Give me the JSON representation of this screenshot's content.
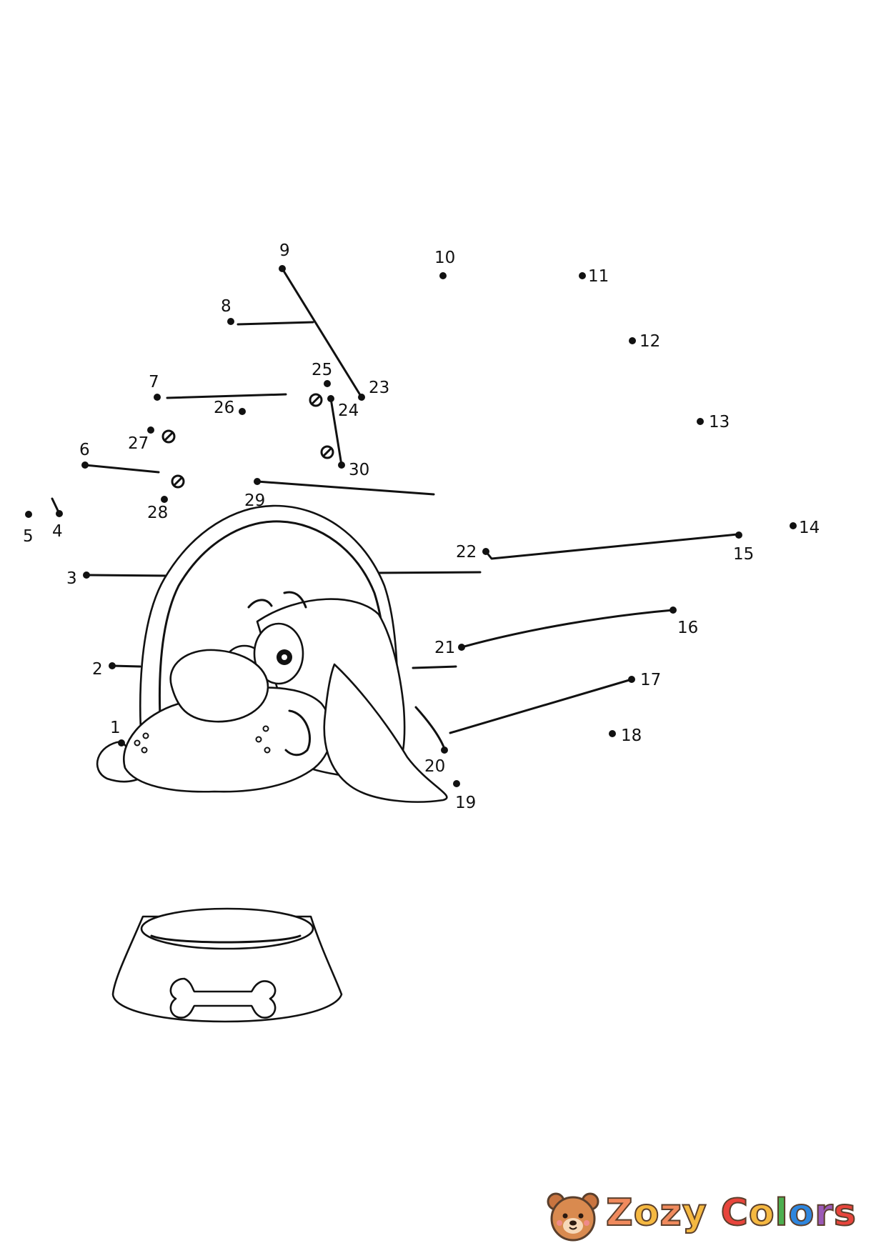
{
  "puzzle": {
    "dots": [
      {
        "n": 1,
        "label": "1"
      },
      {
        "n": 2,
        "label": "2"
      },
      {
        "n": 3,
        "label": "3"
      },
      {
        "n": 4,
        "label": "4"
      },
      {
        "n": 5,
        "label": "5"
      },
      {
        "n": 6,
        "label": "6"
      },
      {
        "n": 7,
        "label": "7"
      },
      {
        "n": 8,
        "label": "8"
      },
      {
        "n": 9,
        "label": "9"
      },
      {
        "n": 10,
        "label": "10"
      },
      {
        "n": 11,
        "label": "11"
      },
      {
        "n": 12,
        "label": "12"
      },
      {
        "n": 13,
        "label": "13"
      },
      {
        "n": 14,
        "label": "14"
      },
      {
        "n": 15,
        "label": "15"
      },
      {
        "n": 16,
        "label": "16"
      },
      {
        "n": 17,
        "label": "17"
      },
      {
        "n": 18,
        "label": "18"
      },
      {
        "n": 19,
        "label": "19"
      },
      {
        "n": 20,
        "label": "20"
      },
      {
        "n": 21,
        "label": "21"
      },
      {
        "n": 22,
        "label": "22"
      },
      {
        "n": 23,
        "label": "23"
      },
      {
        "n": 24,
        "label": "24"
      },
      {
        "n": 25,
        "label": "25"
      },
      {
        "n": 26,
        "label": "26"
      },
      {
        "n": 27,
        "label": "27"
      },
      {
        "n": 28,
        "label": "28"
      },
      {
        "n": 29,
        "label": "29"
      },
      {
        "n": 30,
        "label": "30"
      }
    ]
  },
  "brand": {
    "name": "Zozy Colors",
    "letters": [
      "Z",
      "o",
      "z",
      "y",
      " ",
      "C",
      "o",
      "l",
      "o",
      "r",
      "s"
    ],
    "letter_colors": [
      "#f08a5d",
      "#f5b841",
      "#f08a5d",
      "#f5b841",
      "#ffffff",
      "#e8453c",
      "#f5b841",
      "#4caf50",
      "#2e86de",
      "#9b59b6",
      "#e8453c"
    ],
    "outline_color": "#5a3f2c",
    "mascot": "bear-face-icon"
  },
  "colors": {
    "ink": "#111111",
    "paper": "#ffffff"
  }
}
